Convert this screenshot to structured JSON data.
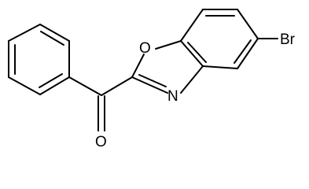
{
  "molecule": {
    "atoms": {
      "ring_oxygen": "O",
      "ring_nitrogen": "N",
      "carbonyl_oxygen": "O",
      "bromine": "Br"
    },
    "colors": {
      "bond": "#000000",
      "label": "#000000",
      "background": "#ffffff"
    }
  }
}
